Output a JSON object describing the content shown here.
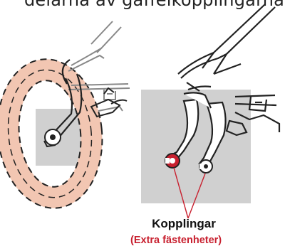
{
  "document": {
    "caption_fragment": "delarna av gaffelkopplingarna.",
    "callout_label": "Kopplingar",
    "callout_sublabel": "(Extra fästenheter)"
  },
  "colors": {
    "highlight_red": "#c8202f",
    "wheel_fill": "#f2c6b2",
    "gray_box": "#d0d0d0",
    "line": "#222222"
  }
}
